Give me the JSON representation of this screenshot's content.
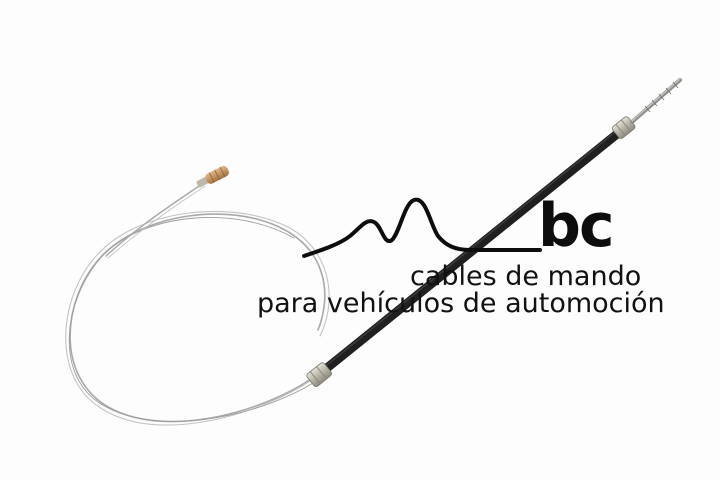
{
  "logo": {
    "brand": "bc",
    "tagline_line1": "cables de mando",
    "tagline_line2": "para vehículos de automoción",
    "text_color": "#111111",
    "mark_color": "#0d0d0d"
  },
  "product": {
    "description_icon": "control-cable",
    "sheath_color": "#1f1f1f",
    "wire_color": "#a9aaa8",
    "fitting_color": "#c9c4b4",
    "brass_fitting_color": "#c89a6a"
  }
}
